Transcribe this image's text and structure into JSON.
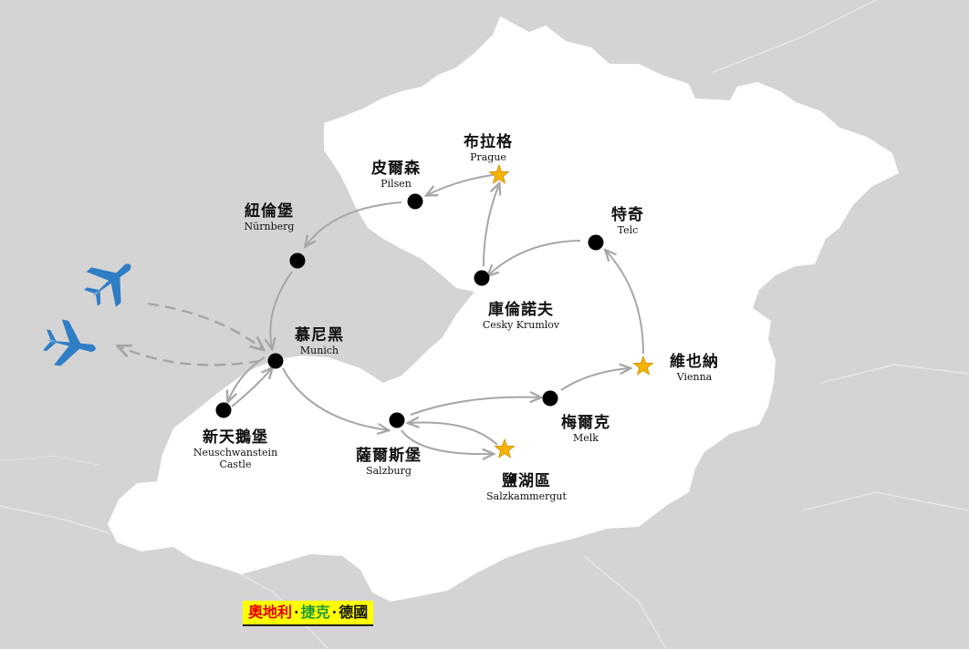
{
  "cities": [
    {
      "id": "prague",
      "zh": "布拉格",
      "en": "Prague",
      "marker": "star"
    },
    {
      "id": "pilsen",
      "zh": "皮爾森",
      "en": "Pilsen",
      "marker": "dot"
    },
    {
      "id": "nurnberg",
      "zh": "紐倫堡",
      "en": "Nürnberg",
      "marker": "dot"
    },
    {
      "id": "munich",
      "zh": "慕尼黑",
      "en": "Munich",
      "marker": "dot"
    },
    {
      "id": "neuschwanstein",
      "zh": "新天鵝堡",
      "en": "Neuschwanstein",
      "en2": "Castle",
      "marker": "dot"
    },
    {
      "id": "salzburg",
      "zh": "薩爾斯堡",
      "en": "Salzburg",
      "marker": "dot"
    },
    {
      "id": "salzkammergut",
      "zh": "鹽湖區",
      "en": "Salzkammergut",
      "marker": "star"
    },
    {
      "id": "melk",
      "zh": "梅爾克",
      "en": "Melk",
      "marker": "dot"
    },
    {
      "id": "vienna",
      "zh": "維也納",
      "en": "Vienna",
      "marker": "star"
    },
    {
      "id": "telc",
      "zh": "特奇",
      "en": "Telc",
      "marker": "dot"
    },
    {
      "id": "cesky",
      "zh": "庫倫諾夫",
      "en": "Cesky Krumlov",
      "marker": "dot"
    }
  ],
  "icons": [
    "airplane-arrival-icon",
    "airplane-departure-icon"
  ],
  "legend": {
    "part1": "奧地利",
    "sep1": "·",
    "part2": "捷克",
    "sep2": "·",
    "part3": "德國"
  },
  "colors": {
    "background": "#d4d4d4",
    "land": "#ffffff",
    "route": "#a6a6a6",
    "dot": "#000000",
    "star": "#f5b400",
    "plane": "#2f7ec5",
    "legend_bg": "#ffff00",
    "legend_austria": "#e60000",
    "legend_czech": "#1f9a3a",
    "legend_germany": "#111111"
  }
}
